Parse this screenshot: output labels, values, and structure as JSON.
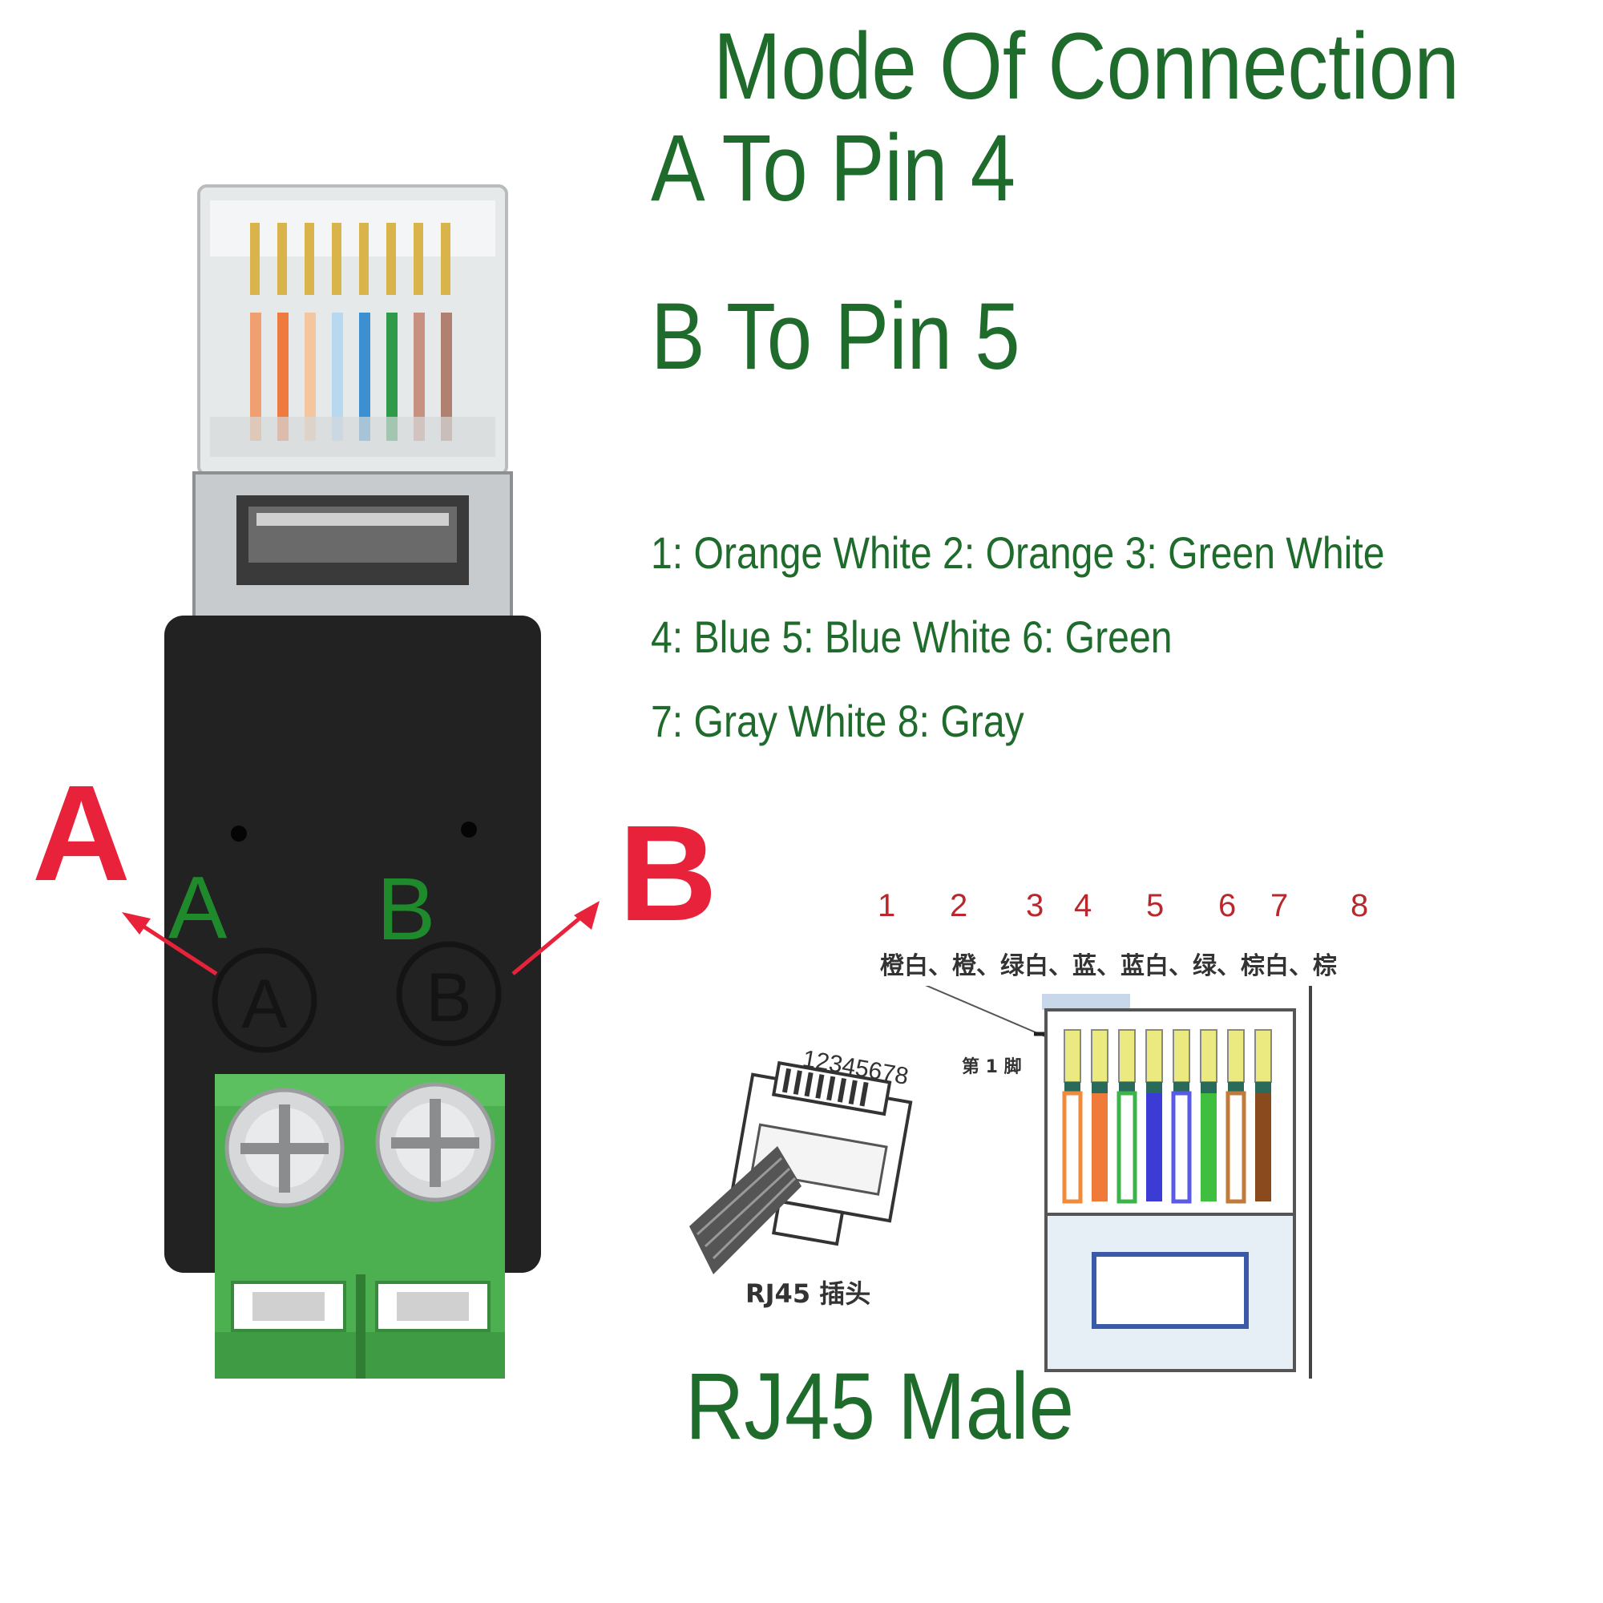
{
  "heading": {
    "title": "Mode Of Connection",
    "rule_a": "A To Pin 4",
    "rule_b": "B To Pin 5"
  },
  "legend": {
    "line1": "1: Orange White  2: Orange  3: Green White",
    "line2": "4: Blue 5: Blue White 6: Green",
    "line3": "7: Gray White 8: Gray"
  },
  "adapter": {
    "label_a_big": "A",
    "label_b_big": "B",
    "label_a_small": "A",
    "label_b_small": "B",
    "terminal_a": "A",
    "terminal_b": "B"
  },
  "diagram": {
    "pin_numbers": [
      "1",
      "2",
      "3",
      "4",
      "5",
      "6",
      "7",
      "8"
    ],
    "cn_colors": "橙白、橙、绿白、蓝、蓝白、绿、棕白、棕",
    "pin1_label": "第 1 脚",
    "plug_numbers": "12345678",
    "plug_caption": "RJ45 插头",
    "wire_colors": [
      "#f28a3c",
      "#f07a3a",
      "#3cb44a",
      "#3b3bd6",
      "#5a5ae6",
      "#3fbf3f",
      "#c07a3a",
      "#8b4a1e"
    ]
  },
  "footer": {
    "label": "RJ45 Male"
  },
  "colors": {
    "accent_green": "#1e6b2c",
    "accent_red": "#e8223a",
    "terminal_green": "#4caf50",
    "adapter_black": "#222222"
  }
}
